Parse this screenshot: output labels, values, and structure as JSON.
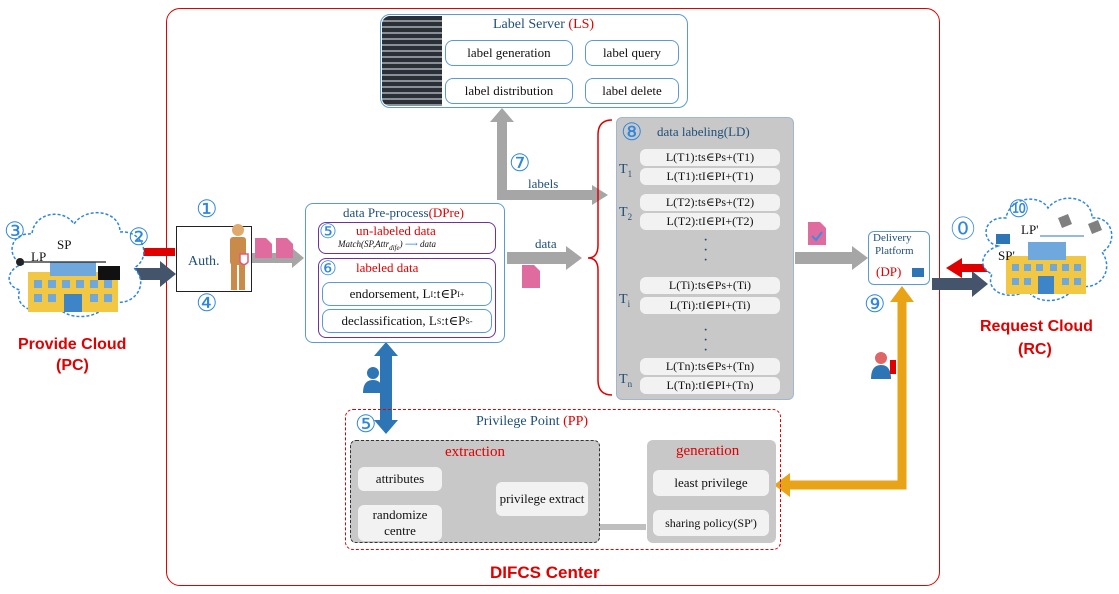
{
  "center": {
    "title": "DIFCS Center"
  },
  "label_server": {
    "title": "Label Server ",
    "title_abbr": "(LS)",
    "buttons": [
      "label generation",
      "label query",
      "label distribution",
      "label delete"
    ]
  },
  "arrows": {
    "labels": "labels",
    "data": "data"
  },
  "preprocess": {
    "title": "data Pre-process",
    "title_abbr": "(DPre)",
    "unlabeled": "un-labeled data",
    "match_formula": "Match(SP,Attr",
    "match_sub": "dife",
    "match_end": ")",
    "match_target": "data",
    "labeled": "labeled data",
    "endorsement": "endorsement, L",
    "endorsement_tail": ":t∈P",
    "declassification": "declassification, L",
    "declassification_tail": ":t∈P"
  },
  "data_labeling": {
    "title": "data labeling(LD)",
    "groups": [
      {
        "t": "T",
        "ti": "1",
        "rows": [
          "L(T1):ts∈Ps+(T1)",
          "L(T1):tI∈PI+(T1)"
        ]
      },
      {
        "t": "T",
        "ti": "2",
        "rows": [
          "L(T2):ts∈Ps+(T2)",
          "L(T2):tI∈PI+(T2)"
        ]
      },
      {
        "t": "T",
        "ti": "i",
        "rows": [
          "L(Ti):ts∈Ps+(Ti)",
          "L(Ti):tI∈PI+(Ti)"
        ]
      },
      {
        "t": "T",
        "ti": "n",
        "rows": [
          "L(Tn):ts∈Ps+(Tn)",
          "L(Tn):tI∈PI+(Tn)"
        ]
      }
    ]
  },
  "delivery": {
    "line1": "Delivery",
    "line2": "Platform",
    "abbr": "(DP)"
  },
  "auth": {
    "label": "Auth."
  },
  "provide_cloud": {
    "lp": "LP",
    "sp": "SP",
    "name": "Provide Cloud",
    "abbr": "(PC)"
  },
  "request_cloud": {
    "lp": "LP'",
    "sp": "SP'",
    "name": "Request Cloud",
    "abbr": "(RC)"
  },
  "privilege_point": {
    "title": "Privilege Point ",
    "title_abbr": "(PP)",
    "extraction_title": "extraction",
    "generation_title": "generation",
    "attributes": "attributes",
    "randomize": "randomize centre",
    "privilege_extract": "privilege extract",
    "least_privilege": "least privilege",
    "sharing_policy": "sharing policy(SP')"
  },
  "steps": [
    "⓪",
    "①",
    "②",
    "③",
    "④",
    "⑤",
    "⑥",
    "⑦",
    "⑧",
    "⑨",
    "⑩"
  ],
  "colors": {
    "accent_blue": "#2e86de",
    "red": "#e00000",
    "gold": "#e8a317",
    "navy": "#44546a",
    "gray": "#a6a6a6"
  }
}
